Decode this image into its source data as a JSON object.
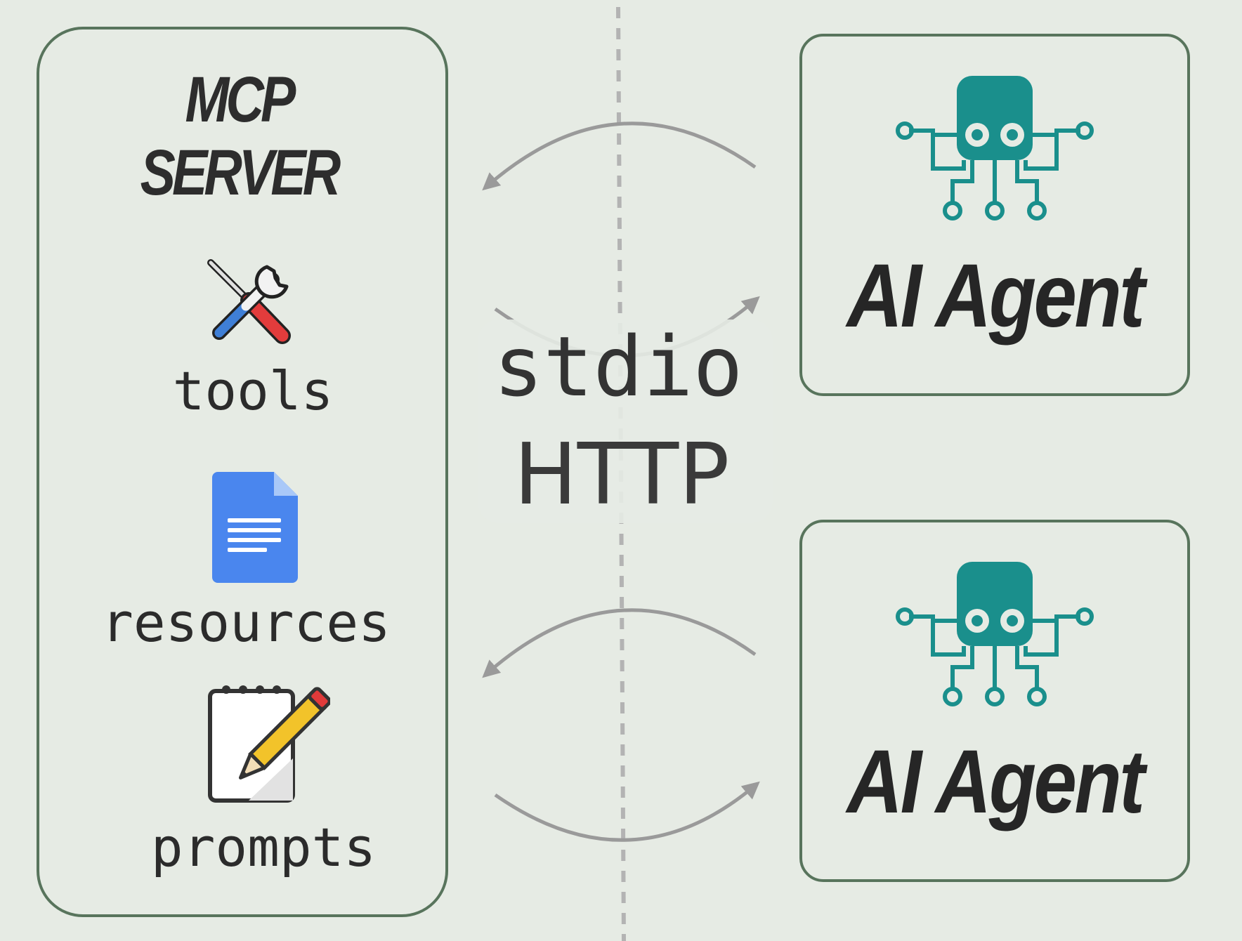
{
  "server": {
    "title": "MCP\nSERVER",
    "items": [
      {
        "label": "tools",
        "icon": "tools-icon"
      },
      {
        "label": "resources",
        "icon": "document-icon"
      },
      {
        "label": "prompts",
        "icon": "notepad-pencil-icon"
      }
    ]
  },
  "transport": {
    "stdio": "stdio",
    "http": "HTTP"
  },
  "agents": [
    {
      "label": "AI Agent",
      "icon": "robot-octopus-icon"
    },
    {
      "label": "AI Agent",
      "icon": "robot-octopus-icon"
    }
  ],
  "colors": {
    "background": "#e6ebe4",
    "border": "#58745c",
    "agent_icon": "#1a8f8c",
    "arrow": "#9a9a9a",
    "divider": "#b3b3b3",
    "document": "#4a86ee"
  }
}
